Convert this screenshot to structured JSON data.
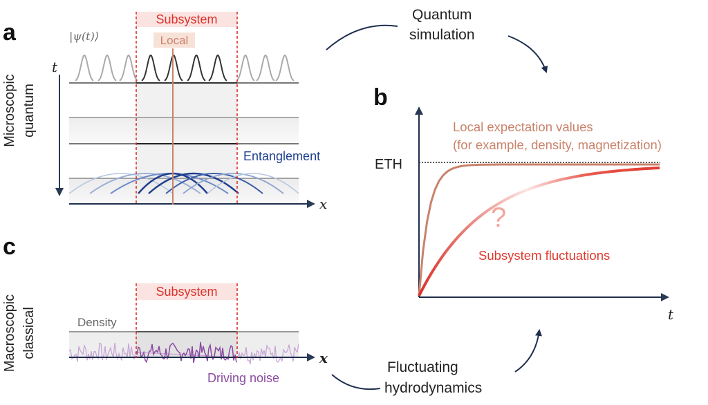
{
  "panel_a": {
    "letter": "a",
    "side_label_line1": "Microscopic",
    "side_label_line2": "quantum",
    "psi_label": "|ψ(t)⟩",
    "time_axis": "t",
    "x_axis": "x",
    "subsystem_label": "Subsystem",
    "local_label": "Local",
    "entanglement_label": "Entanglement"
  },
  "panel_b": {
    "letter": "b",
    "eth_label": "ETH",
    "time_axis": "t",
    "local_expectation_line1": "Local expectation values",
    "local_expectation_line2": "(for example, density, magnetization)",
    "question_mark": "?",
    "subsystem_fluctuations": "Subsystem fluctuations"
  },
  "panel_c": {
    "letter": "c",
    "side_label_line1": "Macroscopic",
    "side_label_line2": "classical",
    "subsystem_label": "Subsystem",
    "density_label": "Density",
    "x_axis": "x",
    "driving_noise_label": "Driving noise"
  },
  "connectors": {
    "quantum_simulation_line1": "Quantum",
    "quantum_simulation_line2": "simulation",
    "fluctuating_hydro_line1": "Fluctuating",
    "fluctuating_hydro_line2": "hydrodynamics"
  },
  "colors": {
    "subsystem_red": "#d9332b",
    "subsystem_bg": "#fbe3e1",
    "local_orange": "#c9826a",
    "entanglement_blue": "#1e3f8f",
    "noise_purple": "#8a4aa0",
    "arrow_navy": "#1e2e4e",
    "fluctuation_red": "#e03a30"
  }
}
